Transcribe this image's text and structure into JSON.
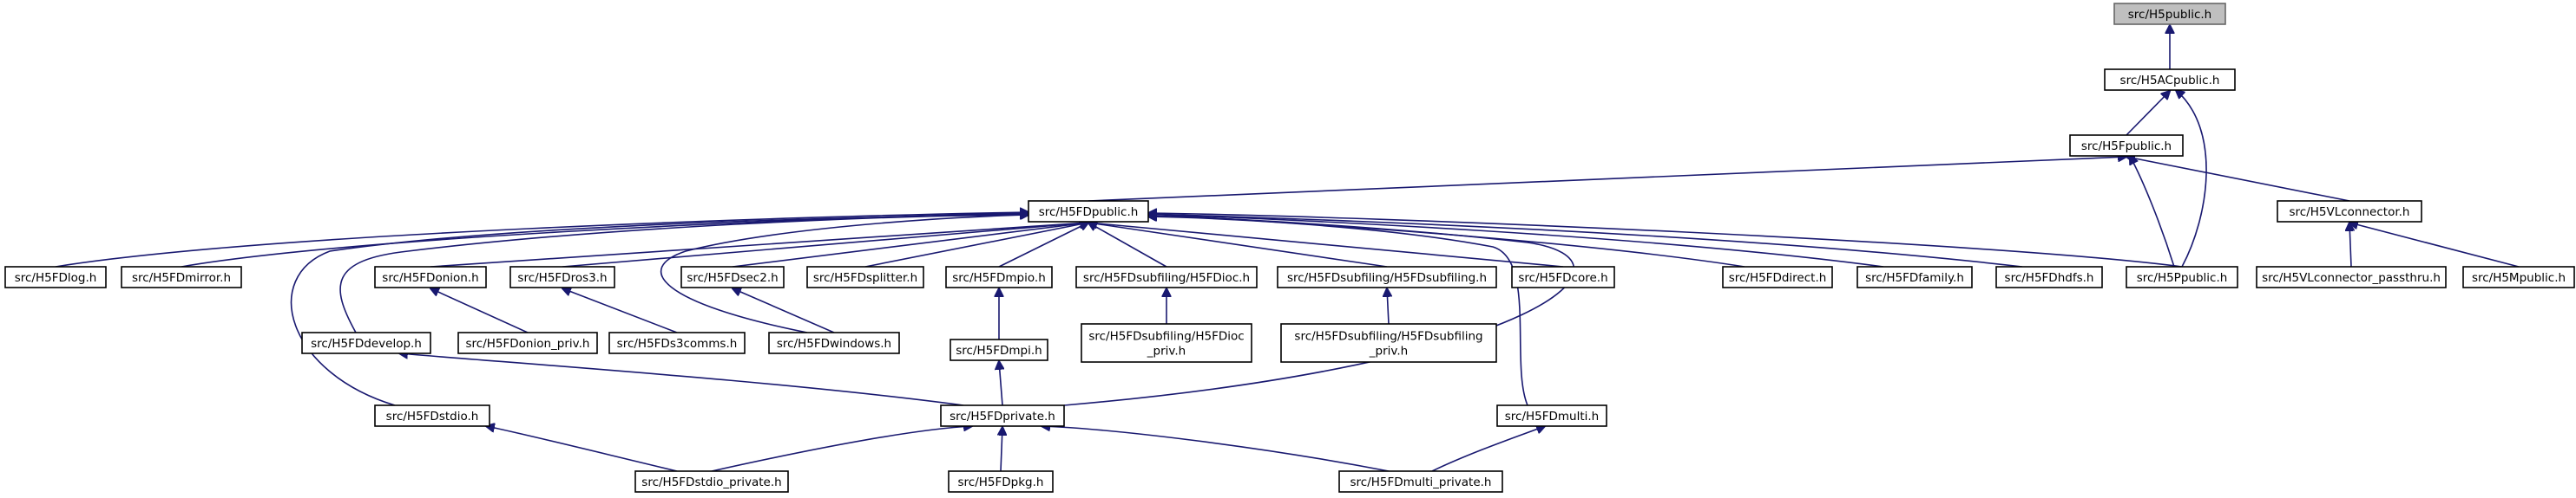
{
  "diagram": {
    "type": "include-dependency-graph",
    "colors": {
      "edge": "#191970",
      "root_fill": "#bfbfbf",
      "node_border": "#000000",
      "background": "#ffffff"
    },
    "nodes": {
      "h5public": {
        "label": "src/H5public.h",
        "root": true
      },
      "h5acpublic": {
        "label": "src/H5ACpublic.h"
      },
      "h5fpublic": {
        "label": "src/H5Fpublic.h"
      },
      "h5fdpublic": {
        "label": "src/H5FDpublic.h"
      },
      "h5vlconnector": {
        "label": "src/H5VLconnector.h"
      },
      "h5ppublic": {
        "label": "src/H5Ppublic.h"
      },
      "h5fdlog": {
        "label": "src/H5FDlog.h"
      },
      "h5fdmirror": {
        "label": "src/H5FDmirror.h"
      },
      "h5fdonion": {
        "label": "src/H5FDonion.h"
      },
      "h5fdros3": {
        "label": "src/H5FDros3.h"
      },
      "h5fdsec2": {
        "label": "src/H5FDsec2.h"
      },
      "h5fdsplitter": {
        "label": "src/H5FDsplitter.h"
      },
      "h5fdmpio": {
        "label": "src/H5FDmpio.h"
      },
      "h5fdioc": {
        "label": "src/H5FDsubfiling/H5FDioc.h"
      },
      "h5fdsubfiling": {
        "label": "src/H5FDsubfiling/H5FDsubfiling.h"
      },
      "h5fdcore": {
        "label": "src/H5FDcore.h"
      },
      "h5fddirect": {
        "label": "src/H5FDdirect.h"
      },
      "h5fdfamily": {
        "label": "src/H5FDfamily.h"
      },
      "h5fdhdfs": {
        "label": "src/H5FDhdfs.h"
      },
      "h5vlconnector_passthru": {
        "label": "src/H5VLconnector_passthru.h"
      },
      "h5mpublic": {
        "label": "src/H5Mpublic.h"
      },
      "h5fddevelop": {
        "label": "src/H5FDdevelop.h"
      },
      "h5fdonion_priv": {
        "label": "src/H5FDonion_priv.h"
      },
      "h5fds3comms": {
        "label": "src/H5FDs3comms.h"
      },
      "h5fdwindows": {
        "label": "src/H5FDwindows.h"
      },
      "h5fdmpi": {
        "label": "src/H5FDmpi.h"
      },
      "h5fdioc_priv": {
        "label_lines": [
          "src/H5FDsubfiling/H5FDioc",
          "_priv.h"
        ]
      },
      "h5fdsubfiling_priv": {
        "label_lines": [
          "src/H5FDsubfiling/H5FDsubfiling",
          "_priv.h"
        ]
      },
      "h5fdstdio": {
        "label": "src/H5FDstdio.h"
      },
      "h5fdprivate": {
        "label": "src/H5FDprivate.h"
      },
      "h5fdmulti": {
        "label": "src/H5FDmulti.h"
      },
      "h5fdstdio_private": {
        "label": "src/H5FDstdio_private.h"
      },
      "h5fdpkg": {
        "label": "src/H5FDpkg.h"
      },
      "h5fdmulti_private": {
        "label": "src/H5FDmulti_private.h"
      }
    },
    "edges": [
      [
        "h5acpublic",
        "h5public"
      ],
      [
        "h5fpublic",
        "h5acpublic"
      ],
      [
        "h5ppublic",
        "h5acpublic"
      ],
      [
        "h5fdpublic",
        "h5fpublic"
      ],
      [
        "h5vlconnector",
        "h5fpublic"
      ],
      [
        "h5ppublic",
        "h5fpublic"
      ],
      [
        "h5fdlog",
        "h5fdpublic"
      ],
      [
        "h5fdmirror",
        "h5fdpublic"
      ],
      [
        "h5fdonion",
        "h5fdpublic"
      ],
      [
        "h5fdros3",
        "h5fdpublic"
      ],
      [
        "h5fdsec2",
        "h5fdpublic"
      ],
      [
        "h5fdsplitter",
        "h5fdpublic"
      ],
      [
        "h5fdmpio",
        "h5fdpublic"
      ],
      [
        "h5fdioc",
        "h5fdpublic"
      ],
      [
        "h5fdsubfiling",
        "h5fdpublic"
      ],
      [
        "h5fdcore",
        "h5fdpublic"
      ],
      [
        "h5fddirect",
        "h5fdpublic"
      ],
      [
        "h5fdfamily",
        "h5fdpublic"
      ],
      [
        "h5fdhdfs",
        "h5fdpublic"
      ],
      [
        "h5ppublic",
        "h5fdpublic"
      ],
      [
        "h5fddevelop",
        "h5fdpublic"
      ],
      [
        "h5fdwindows",
        "h5fdpublic"
      ],
      [
        "h5fdstdio",
        "h5fdpublic"
      ],
      [
        "h5fdprivate",
        "h5fdpublic"
      ],
      [
        "h5fdmulti",
        "h5fdpublic"
      ],
      [
        "h5vlconnector_passthru",
        "h5vlconnector"
      ],
      [
        "h5mpublic",
        "h5vlconnector"
      ],
      [
        "h5fdonion_priv",
        "h5fdonion"
      ],
      [
        "h5fds3comms",
        "h5fdros3"
      ],
      [
        "h5fdwindows",
        "h5fdsec2"
      ],
      [
        "h5fdmpi",
        "h5fdmpio"
      ],
      [
        "h5fdioc_priv",
        "h5fdioc"
      ],
      [
        "h5fdsubfiling_priv",
        "h5fdsubfiling"
      ],
      [
        "h5fdprivate",
        "h5fdmpi"
      ],
      [
        "h5fdprivate",
        "h5fddevelop"
      ],
      [
        "h5fdstdio_private",
        "h5fdstdio"
      ],
      [
        "h5fdstdio_private",
        "h5fdprivate"
      ],
      [
        "h5fdpkg",
        "h5fdprivate"
      ],
      [
        "h5fdmulti_private",
        "h5fdprivate"
      ],
      [
        "h5fdmulti_private",
        "h5fdmulti"
      ]
    ]
  }
}
